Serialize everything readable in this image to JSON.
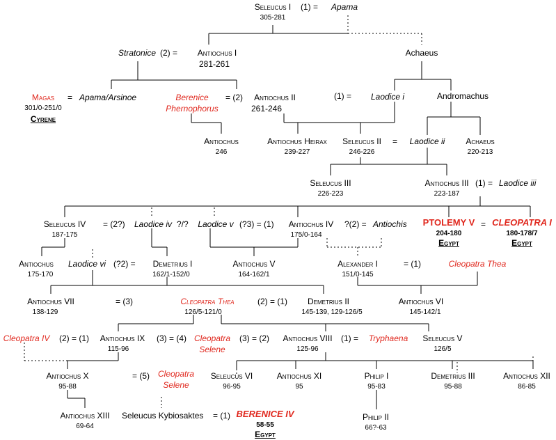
{
  "people": {
    "seleucus_i": {
      "name": "Seleucus I",
      "dates": "305-281"
    },
    "apama": {
      "name": "Apama"
    },
    "stratonice": {
      "name": "Stratonice"
    },
    "antiochus_i": {
      "name": "Antiochus I",
      "dates": "281-261"
    },
    "achaeus": {
      "name": "Achaeus"
    },
    "magas": {
      "name": "Magas",
      "dates": "301/0-251/0",
      "realm": "Cyrene"
    },
    "apama_arsinoe": {
      "name": "Apama/Arsinoe"
    },
    "berenice_phernophorus": {
      "line1": "Berenice",
      "line2": "Phernophorus"
    },
    "antiochus_ii": {
      "name": "Antiochus II",
      "dates": "261-246"
    },
    "laodice_i": {
      "name": "Laodice i"
    },
    "andromachus": {
      "name": "Andromachus"
    },
    "antiochus_246": {
      "name": "Antiochus",
      "dates": "246"
    },
    "antiochus_heirax": {
      "name": "Antiochus Heirax",
      "dates": "239-227"
    },
    "seleucus_ii": {
      "name": "Seleucus II",
      "dates": "246-226"
    },
    "laodice_ii": {
      "name": "Laodice ii"
    },
    "achaeus_ii": {
      "name": "Achaeus",
      "dates": "220-213"
    },
    "seleucus_iii": {
      "name": "Seleucus III",
      "dates": "226-223"
    },
    "antiochus_iii": {
      "name": "Antiochus III",
      "dates": "223-187"
    },
    "laodice_iii": {
      "name": "Laodice iii"
    },
    "seleucus_iv": {
      "name": "Seleucus IV",
      "dates": "187-175"
    },
    "laodice_iv": {
      "name": "Laodice iv"
    },
    "laodice_v": {
      "name": "Laodice v"
    },
    "antiochus_iv": {
      "name": "Antiochus IV",
      "dates": "175/0-164"
    },
    "antiochis": {
      "name": "Antiochis"
    },
    "ptolemy_v": {
      "name": "PTOLEMY V",
      "dates": "204-180",
      "realm": "Egypt"
    },
    "cleopatra_i": {
      "name": "CLEOPATRA I",
      "dates": "180-178/7",
      "realm": "Egypt"
    },
    "antiochus_175": {
      "name": "Antiochus",
      "dates": "175-170"
    },
    "laodice_vi": {
      "name": "Laodice vi"
    },
    "demetrius_i": {
      "name": "Demetrius I",
      "dates": "162/1-152/0"
    },
    "antiochus_v": {
      "name": "Antiochus V",
      "dates": "164-162/1"
    },
    "alexander_i": {
      "name": "Alexander I",
      "dates": "151/0-145"
    },
    "cleopatra_thea_top": {
      "name": "Cleopatra Thea"
    },
    "antiochus_vii": {
      "name": "Antiochus VII",
      "dates": "138-129"
    },
    "cleopatra_thea": {
      "name": "Cleopatra Thea",
      "dates": "126/5-121/0"
    },
    "demetrius_ii": {
      "name": "Demetrius II",
      "dates": "145-139, 129-126/5"
    },
    "antiochus_vi": {
      "name": "Antiochus VI",
      "dates": "145-142/1"
    },
    "cleopatra_iv": {
      "name": "Cleopatra IV"
    },
    "antiochus_ix": {
      "name": "Antiochus IX",
      "dates": "115-96"
    },
    "cleopatra_selene": {
      "line1": "Cleopatra",
      "line2": "Selene"
    },
    "antiochus_viii": {
      "name": "Antiochus VIII",
      "dates": "125-96"
    },
    "tryphaena": {
      "name": "Tryphaena"
    },
    "seleucus_v": {
      "name": "Seleucus V",
      "dates": "126/5"
    },
    "antiochus_x": {
      "name": "Antiochus X",
      "dates": "95-88"
    },
    "cleopatra_selene_2": {
      "line1": "Cleopatra",
      "line2": "Selene"
    },
    "seleucus_vi": {
      "name": "Seleucus VI",
      "dates": "96-95"
    },
    "antiochus_xi": {
      "name": "Antiochus XI",
      "dates": "95"
    },
    "philip_i": {
      "name": "Philip I",
      "dates": "95-83"
    },
    "demetrius_iii": {
      "name": "Demetrius  III",
      "dates": "95-88"
    },
    "antiochus_xii": {
      "name": "Antiochus XII",
      "dates": "86-85"
    },
    "philip_ii": {
      "name": "Philip II",
      "dates": "66?-63"
    },
    "antiochus_xiii": {
      "name": "Antiochus XIII",
      "dates": "69-64"
    },
    "seleucus_kybiosaktes": {
      "name": "Seleucus Kybiosaktes"
    },
    "berenice_iv": {
      "name": "BERENICE IV",
      "dates": "58-55",
      "realm": "Egypt"
    }
  },
  "marriages": {
    "m1": "(1) =",
    "m2": "(2) =",
    "m3": "=",
    "m4": "= (2)",
    "m5": "(1) =",
    "m6": "=",
    "m7": "(1) =",
    "m8": "=",
    "m9": "= (2?)",
    "m10": "?/?",
    "m11": "(?3) = (1)",
    "m12": "?(2) =",
    "m13": "(?2) =",
    "m14": "= (1)",
    "m15": "= (3)",
    "m16": "(2) = (1)",
    "m17": "(2) = (1)",
    "m18": "(3) = (4)",
    "m19": "(3) = (2)",
    "m20": "(1) =",
    "m21": "= (5)",
    "m22": "= (1)"
  }
}
